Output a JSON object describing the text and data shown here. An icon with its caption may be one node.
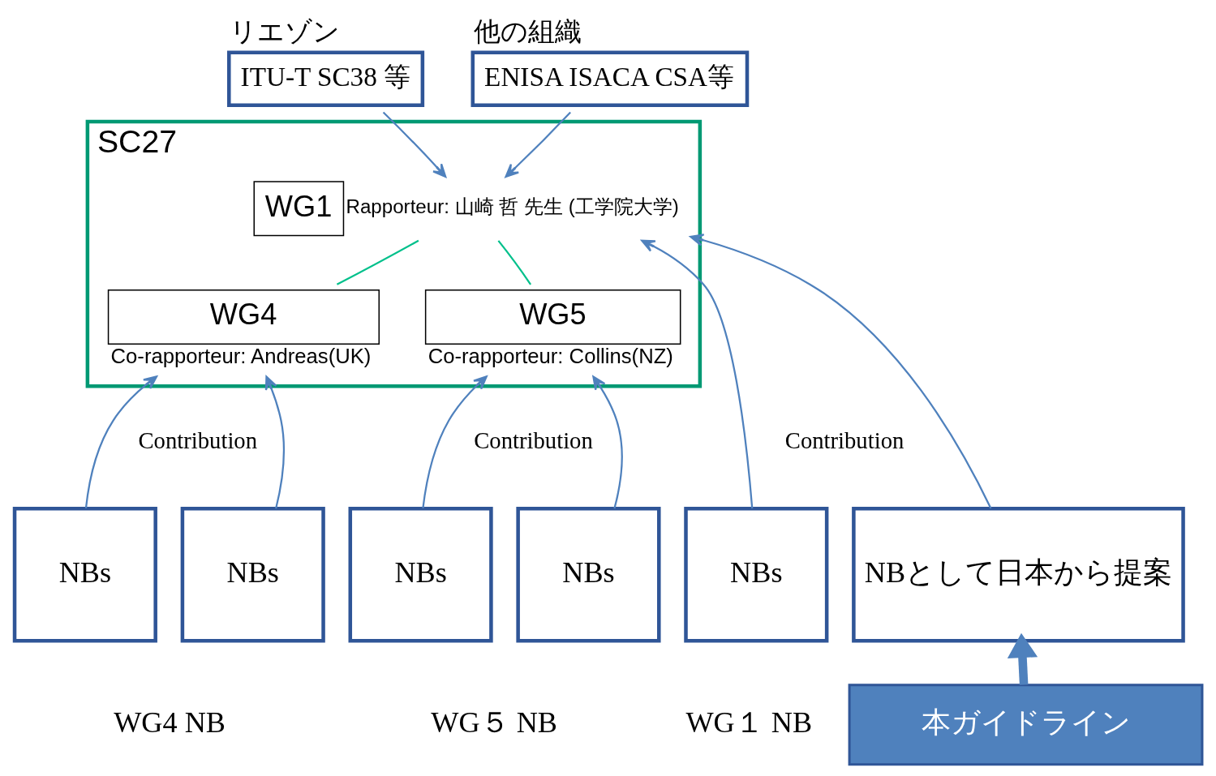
{
  "diagram": {
    "nodes": [
      {
        "text": [
          "SC27"
        ]
      },
      {
        "text": [
          "WG1"
        ],
        "in": 0,
        "beside": [
          "Rapporteur: 山崎 哲 先生 (工学院大学)"
        ]
      },
      {
        "text": [
          "WG4"
        ],
        "in": 0,
        "beside": [
          "Co-rapporteur: Andreas(UK)"
        ]
      },
      {
        "text": [
          "WG5"
        ],
        "in": 0,
        "beside": [
          "Co-rapporteur: Collins(NZ)"
        ]
      },
      {
        "text": [
          "リエゾン",
          "ITU-T SC38 等"
        ]
      },
      {
        "text": [
          "他の組織",
          "ENISA ISACA CSA等"
        ]
      },
      {
        "text": [
          "NBs"
        ]
      },
      {
        "text": [
          "NBs"
        ]
      },
      {
        "text": [
          "NBとして日本から提案"
        ]
      },
      {
        "text": [
          "NBs"
        ]
      },
      {
        "text": [
          "NBs"
        ]
      },
      {
        "text": [
          "NBs"
        ]
      },
      {
        "text": [
          "本ガイドライン"
        ]
      }
    ],
    "edges": [
      {
        "from": 4,
        "to": 1,
        "arrow": "to"
      },
      {
        "from": 5,
        "to": 1,
        "arrow": "to"
      },
      {
        "from": 1,
        "to": 2,
        "arrow": "none",
        "color": "#00c08b"
      },
      {
        "from": 1,
        "to": 3,
        "arrow": "none",
        "color": "#00c08b"
      },
      {
        "from": 6,
        "to": 2,
        "arrow": "to"
      },
      {
        "from": 7,
        "to": 2,
        "arrow": "to"
      },
      {
        "from": 8,
        "to": 1,
        "arrow": "to"
      },
      {
        "from": 9,
        "to": 1,
        "arrow": "to"
      },
      {
        "from": 10,
        "to": 3,
        "arrow": "to"
      },
      {
        "from": 11,
        "to": 3,
        "arrow": "to"
      },
      {
        "from": 12,
        "to": 8,
        "arrow": "to",
        "style": "thick"
      }
    ],
    "labels": [
      "Contribution",
      "Contribution",
      "Contribution",
      "WG4 NB",
      "WG１ NB",
      "WG５ NB"
    ]
  }
}
